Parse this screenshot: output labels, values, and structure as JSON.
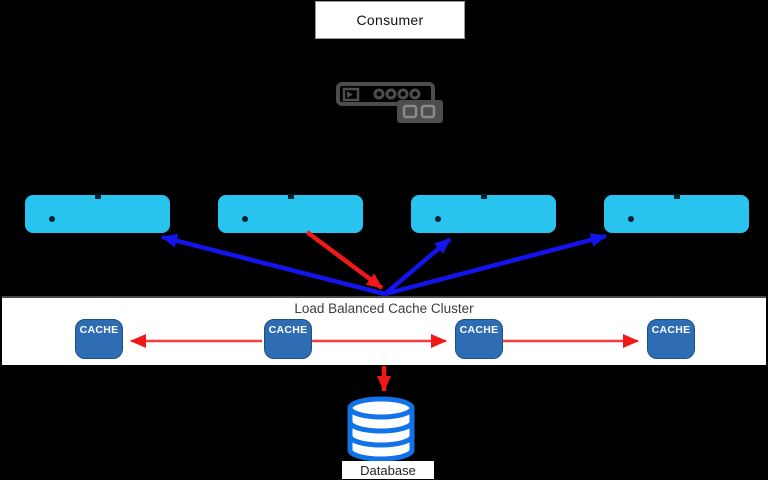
{
  "consumer": {
    "label": "Consumer"
  },
  "load_balancer": {
    "icon": "load-balancer-appliance-icon"
  },
  "server_nodes": [
    {
      "icon": "server-node-icon"
    },
    {
      "icon": "server-node-icon"
    },
    {
      "icon": "server-node-icon"
    },
    {
      "icon": "server-node-icon"
    }
  ],
  "cluster": {
    "title": "Load Balanced Cache Cluster",
    "caches": [
      {
        "label": "CACHE"
      },
      {
        "label": "CACHE"
      },
      {
        "label": "CACHE"
      },
      {
        "label": "CACHE"
      }
    ]
  },
  "database": {
    "label": "Database",
    "icon": "database-cylinder-icon"
  },
  "flows": {
    "request_color_note": "red arrow = request from server to cache cluster and cluster to database; blue arrows = cluster to servers; red horizontal arrows = cache replication"
  },
  "colors": {
    "background": "#000000",
    "server_node": "#29C3F0",
    "cache_box": "#2E6DB4",
    "blue_arrow": "#1414EE",
    "red_arrow": "#F93B3B",
    "db_outline": "#1273E8",
    "panel": "#FFFFFF",
    "icon_gray": "#4D4D4D"
  }
}
